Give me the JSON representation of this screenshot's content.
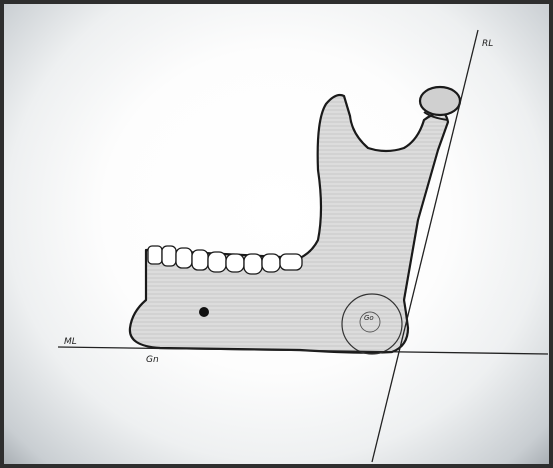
{
  "labels": {
    "ramus_line": "RL",
    "mandibular_line": "ML",
    "gonion_region": "Go",
    "menton_region": "Gn"
  },
  "colors": {
    "bone_fill": "#d8d8d8",
    "bone_stroke": "#1a1a1a",
    "line": "#222222",
    "teeth": "#ffffff"
  }
}
